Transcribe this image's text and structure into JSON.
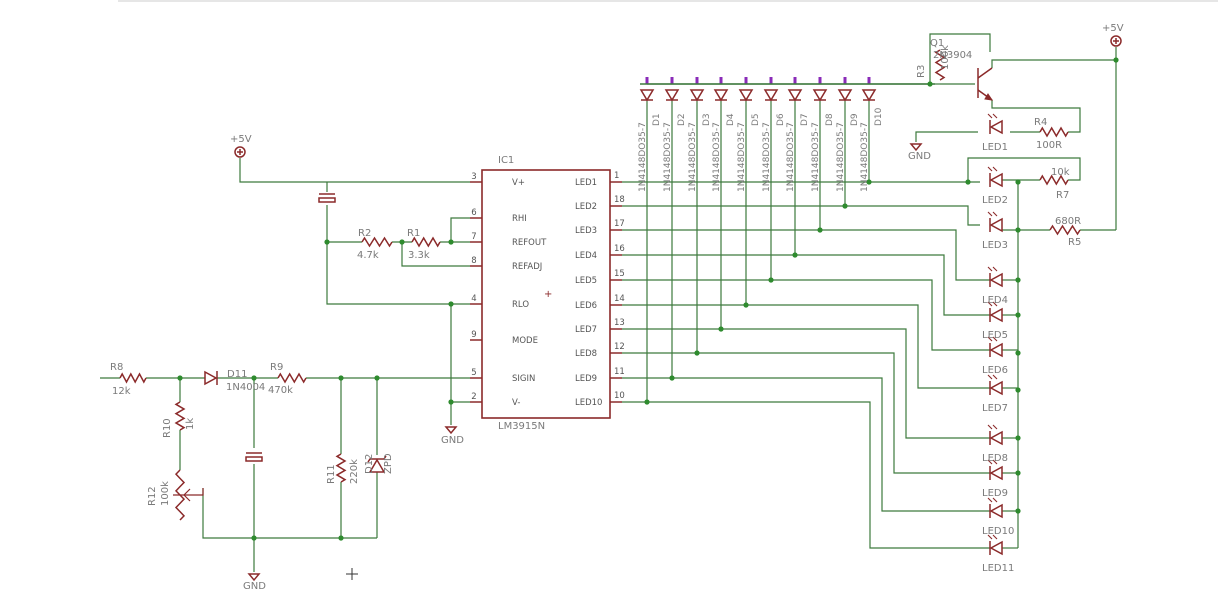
{
  "colors": {
    "wire": "#3d7a3d",
    "component": "#8b2a2a",
    "junction": "#2e8b2e",
    "pad": "#8a2bb8",
    "text": "#7a7a7a"
  },
  "ic": {
    "ref": "IC1",
    "part": "LM3915N",
    "left_pins": [
      {
        "num": "3",
        "name": "V+"
      },
      {
        "num": "6",
        "name": "RHI"
      },
      {
        "num": "7",
        "name": "REFOUT"
      },
      {
        "num": "8",
        "name": "REFADJ"
      },
      {
        "num": "4",
        "name": "RLO"
      },
      {
        "num": "9",
        "name": "MODE"
      },
      {
        "num": "5",
        "name": "SIGIN"
      },
      {
        "num": "2",
        "name": "V-"
      }
    ],
    "right_pins": [
      {
        "num": "1",
        "name": "LED1"
      },
      {
        "num": "18",
        "name": "LED2"
      },
      {
        "num": "17",
        "name": "LED3"
      },
      {
        "num": "16",
        "name": "LED4"
      },
      {
        "num": "15",
        "name": "LED5"
      },
      {
        "num": "14",
        "name": "LED6"
      },
      {
        "num": "13",
        "name": "LED7"
      },
      {
        "num": "12",
        "name": "LED8"
      },
      {
        "num": "11",
        "name": "LED9"
      },
      {
        "num": "10",
        "name": "LED10"
      }
    ],
    "center_mark": "+"
  },
  "supply": {
    "vcc_label": "+5V",
    "gnd_label": "GND"
  },
  "diodes_row": [
    {
      "ref": "D1",
      "value": "1N4148DO35-7"
    },
    {
      "ref": "D2",
      "value": "1N4148DO35-7"
    },
    {
      "ref": "D3",
      "value": "1N4148DO35-7"
    },
    {
      "ref": "D4",
      "value": "1N4148DO35-7"
    },
    {
      "ref": "D5",
      "value": "1N4148DO35-7"
    },
    {
      "ref": "D6",
      "value": "1N4148DO35-7"
    },
    {
      "ref": "D7",
      "value": "1N4148DO35-7"
    },
    {
      "ref": "D8",
      "value": "1N4148DO35-7"
    },
    {
      "ref": "D9",
      "value": "1N4148DO35-7"
    },
    {
      "ref": "D10",
      "value": "1N4148DO35-7"
    }
  ],
  "resistors": {
    "R1": {
      "ref": "R1",
      "value": "3.3k"
    },
    "R2": {
      "ref": "R2",
      "value": "4.7k"
    },
    "R3": {
      "ref": "R3",
      "value": "100k"
    },
    "R4": {
      "ref": "R4",
      "value": "100R"
    },
    "R5": {
      "ref": "R5",
      "value": "680R"
    },
    "R7": {
      "ref": "R7",
      "value": "10k"
    },
    "R8": {
      "ref": "R8",
      "value": "12k"
    },
    "R9": {
      "ref": "R9",
      "value": "470k"
    },
    "R10": {
      "ref": "R10",
      "value": "1k"
    },
    "R11": {
      "ref": "R11",
      "value": "220k"
    },
    "R12": {
      "ref": "R12",
      "value": "100k"
    }
  },
  "transistor": {
    "ref": "Q1",
    "value": "2N3904"
  },
  "d11": {
    "ref": "D11",
    "value": "1N4004"
  },
  "d12": {
    "ref": "D12",
    "value": "ZPD"
  },
  "leds": [
    "LED1",
    "LED2",
    "LED3",
    "LED4",
    "LED5",
    "LED6",
    "LED7",
    "LED8",
    "LED9",
    "LED10",
    "LED11"
  ]
}
